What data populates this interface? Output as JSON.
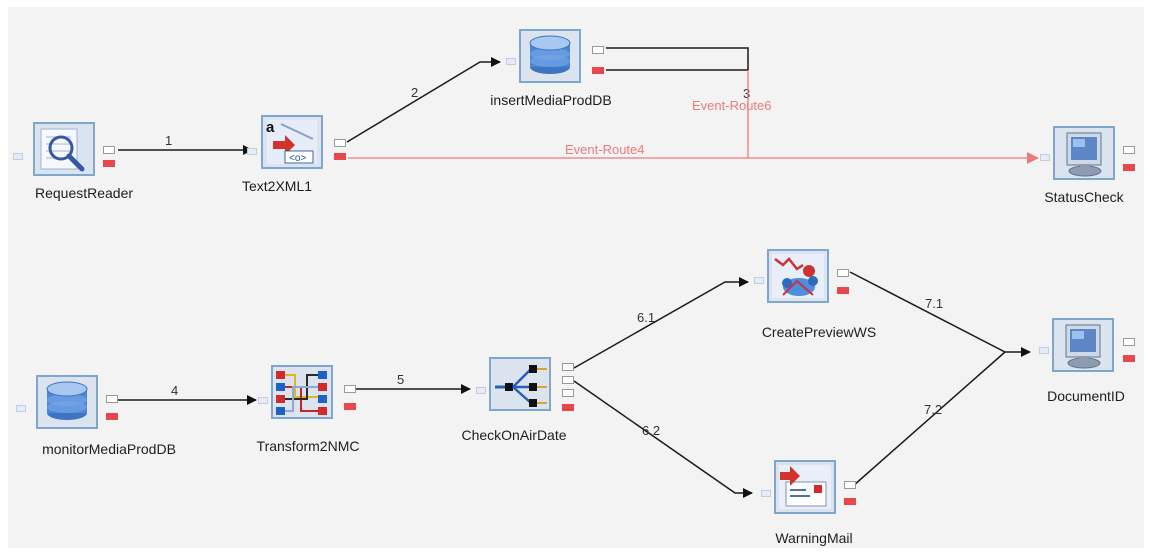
{
  "nodes": {
    "request_reader": {
      "label": "RequestReader",
      "icon": "magnifier-document-icon"
    },
    "text2xml": {
      "label": "Text2XML1",
      "icon": "text-to-xml-icon"
    },
    "insert_db": {
      "label": "insertMediaProdDB",
      "icon": "database-icon"
    },
    "status_check": {
      "label": "StatusCheck",
      "icon": "monitor-icon"
    },
    "monitor_db": {
      "label": "monitorMediaProdDB",
      "icon": "database-icon"
    },
    "transform": {
      "label": "Transform2NMC",
      "icon": "transform-icon"
    },
    "check_air": {
      "label": "CheckOnAirDate",
      "icon": "switch-router-icon"
    },
    "create_preview": {
      "label": "CreatePreviewWS",
      "icon": "web-service-icon"
    },
    "warning_mail": {
      "label": "WarningMail",
      "icon": "mail-icon"
    },
    "document_id": {
      "label": "DocumentID",
      "icon": "monitor-icon"
    }
  },
  "edges": {
    "e1": "1",
    "e2": "2",
    "e3": "3",
    "e4": "4",
    "e5": "5",
    "e61": "6.1",
    "e62": "6.2",
    "e71": "7.1",
    "e72": "7.2",
    "route4": "Event-Route4",
    "route6": "Event-Route6"
  },
  "colors": {
    "wire": "#1a1a1a",
    "event_route": "#f07a7a",
    "node_border": "#7fa6cc",
    "error_port": "#e8474c"
  }
}
